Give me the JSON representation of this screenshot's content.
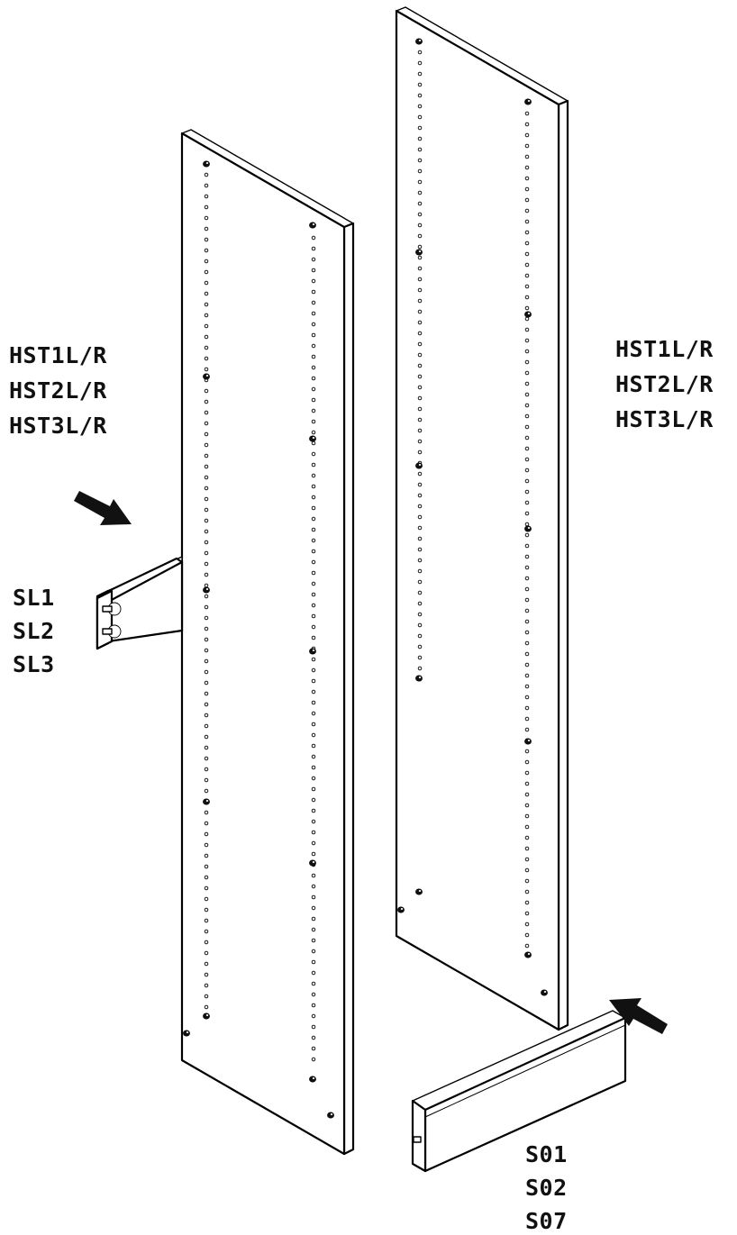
{
  "labels": {
    "left_panel": [
      "HST1L/R",
      "HST2L/R",
      "HST3L/R"
    ],
    "right_panel": [
      "HST1L/R",
      "HST2L/R",
      "HST3L/R"
    ],
    "top_rail": [
      "SL1",
      "SL2",
      "SL3"
    ],
    "bottom_rail": [
      "S01",
      "S02",
      "S07"
    ]
  },
  "colors": {
    "line": "#000000",
    "fill": "#ffffff",
    "arrow": "#111111"
  },
  "icons": [
    "arrow-icon-upper-left",
    "arrow-icon-lower-right"
  ]
}
